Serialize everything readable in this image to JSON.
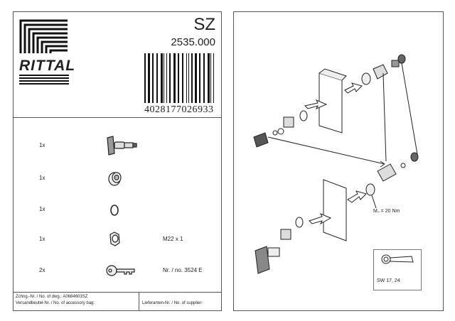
{
  "header": {
    "logo_text": "RITTAL",
    "model": "SZ",
    "part_number": "2535.000",
    "ean": "4028177026933"
  },
  "parts": [
    {
      "qty": "1x",
      "icon": "t-handle-insert-icon",
      "note": ""
    },
    {
      "qty": "1x",
      "icon": "cylinder-bushing-icon",
      "note": ""
    },
    {
      "qty": "1x",
      "icon": "o-ring-icon",
      "note": ""
    },
    {
      "qty": "1x",
      "icon": "nut-icon",
      "note": "M22 x 1"
    },
    {
      "qty": "2x",
      "icon": "key-icon",
      "note": "Nr. / no. 3524 E"
    }
  ],
  "footer": {
    "drawing_no": "Zchng.-Nr. / No. of dwg.: A0684603SZ",
    "accessory_bag": "Versandbeutel-Nr. / No. of accessory bag:",
    "supplier": "Lieferanten-Nr. / No. of supplier:"
  },
  "diagram": {
    "torque_label": "M₀ = 20 Nm",
    "wrench_label": "SW 17, 24"
  }
}
